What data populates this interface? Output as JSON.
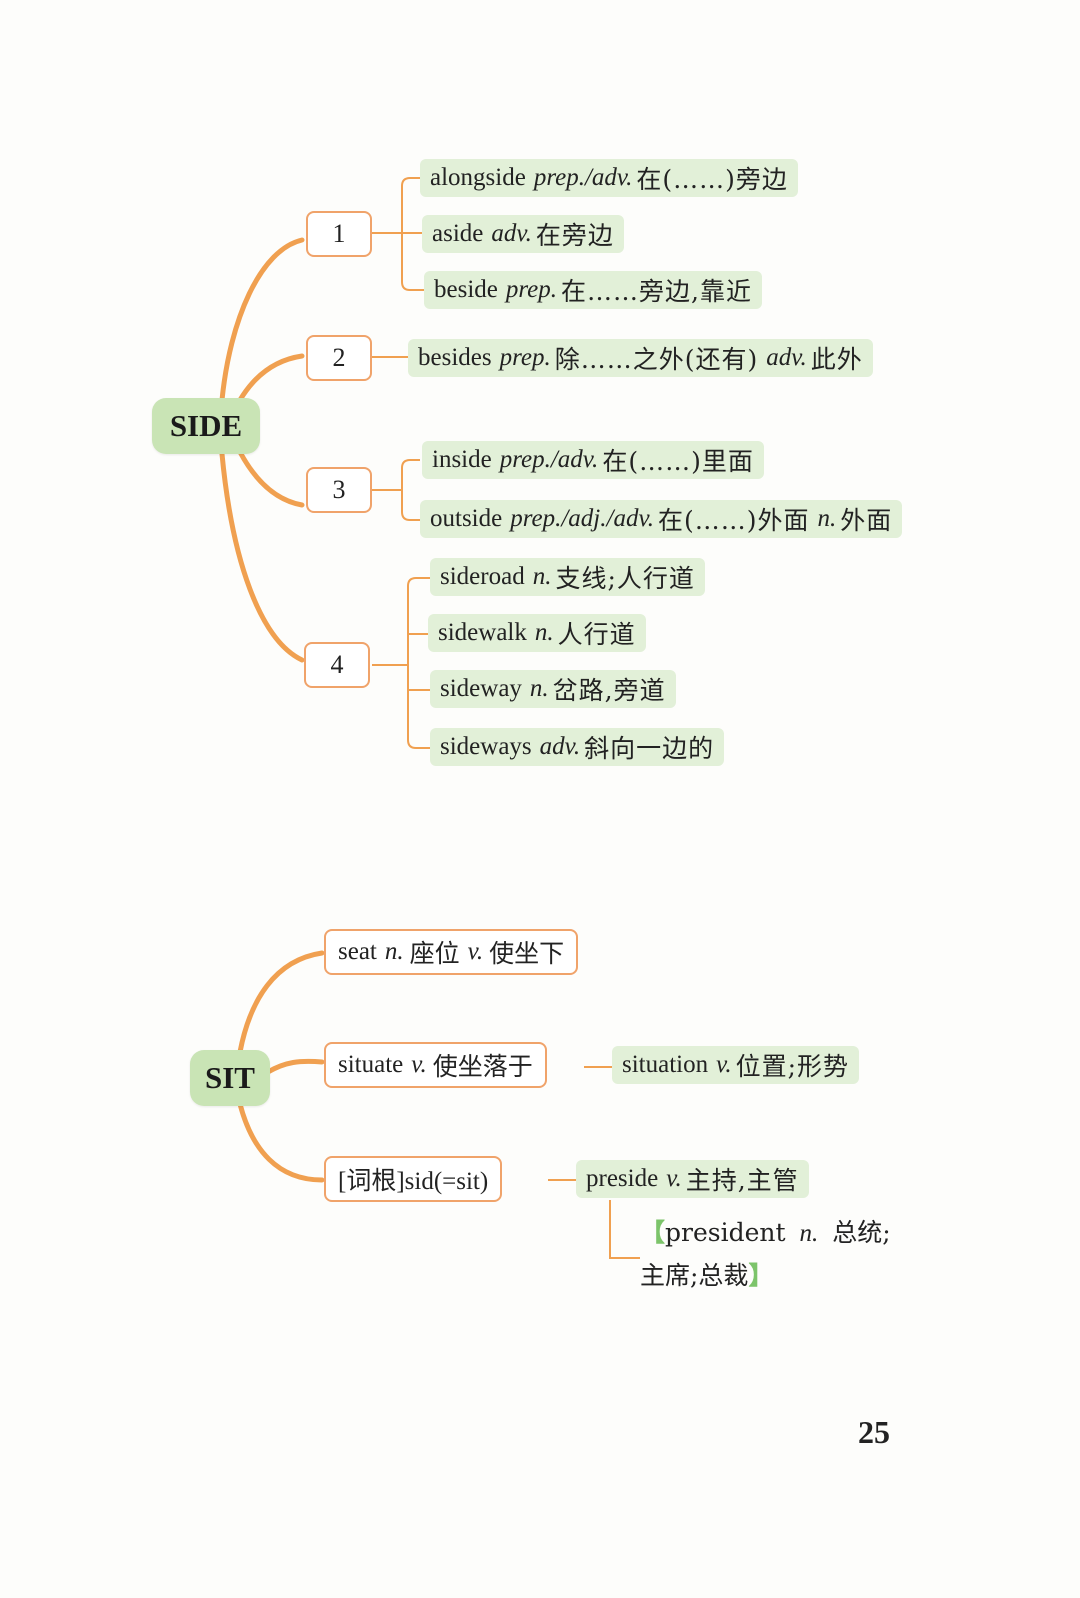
{
  "side": {
    "root": "SIDE",
    "groups": [
      {
        "num": "1",
        "items": [
          {
            "word": "alongside",
            "pos": "prep./adv.",
            "meaning": "在(……)旁边"
          },
          {
            "word": "aside",
            "pos": "adv.",
            "meaning": "在旁边"
          },
          {
            "word": "beside",
            "pos": "prep.",
            "meaning": "在……旁边,靠近"
          }
        ]
      },
      {
        "num": "2",
        "items": [
          {
            "word": "besides",
            "pos": "prep.",
            "meaning": "除……之外(还有)",
            "pos2": "adv.",
            "meaning2": "此外"
          }
        ]
      },
      {
        "num": "3",
        "items": [
          {
            "word": "inside",
            "pos": "prep./adv.",
            "meaning": "在(……)里面"
          },
          {
            "word": "outside",
            "pos": "prep./adj./adv.",
            "meaning": "在(……)外面",
            "pos2": "n.",
            "meaning2": "外面"
          }
        ]
      },
      {
        "num": "4",
        "items": [
          {
            "word": "sideroad",
            "pos": "n.",
            "meaning": "支线;人行道"
          },
          {
            "word": "sidewalk",
            "pos": "n.",
            "meaning": "人行道"
          },
          {
            "word": "sideway",
            "pos": "n.",
            "meaning": "岔路,旁道"
          },
          {
            "word": "sideways",
            "pos": "adv.",
            "meaning": "斜向一边的"
          }
        ]
      }
    ]
  },
  "sit": {
    "root": "SIT",
    "branches": [
      {
        "word": "seat",
        "pos": "n.",
        "meaning": "座位",
        "pos2": "v.",
        "meaning2": "使坐下"
      },
      {
        "word": "situate",
        "pos": "v.",
        "meaning": "使坐落于"
      },
      {
        "text": "[词根]sid(=sit)"
      }
    ],
    "children": [
      {
        "word": "situation",
        "pos": "v.",
        "meaning": "位置;形势"
      },
      {
        "word": "preside",
        "pos": "v.",
        "meaning": "主持,主管"
      }
    ],
    "note": {
      "open": "【",
      "word": "president",
      "pos": "n.",
      "meaning": "总统;主席;总裁",
      "close": "】"
    }
  },
  "page_number": "25",
  "colors": {
    "branch": "#f0a050",
    "leaf_bg": "#e2f0d8",
    "root_bg": "#c9e4b5",
    "box_border": "#f0a36a",
    "bracket": "#7cc46a"
  }
}
